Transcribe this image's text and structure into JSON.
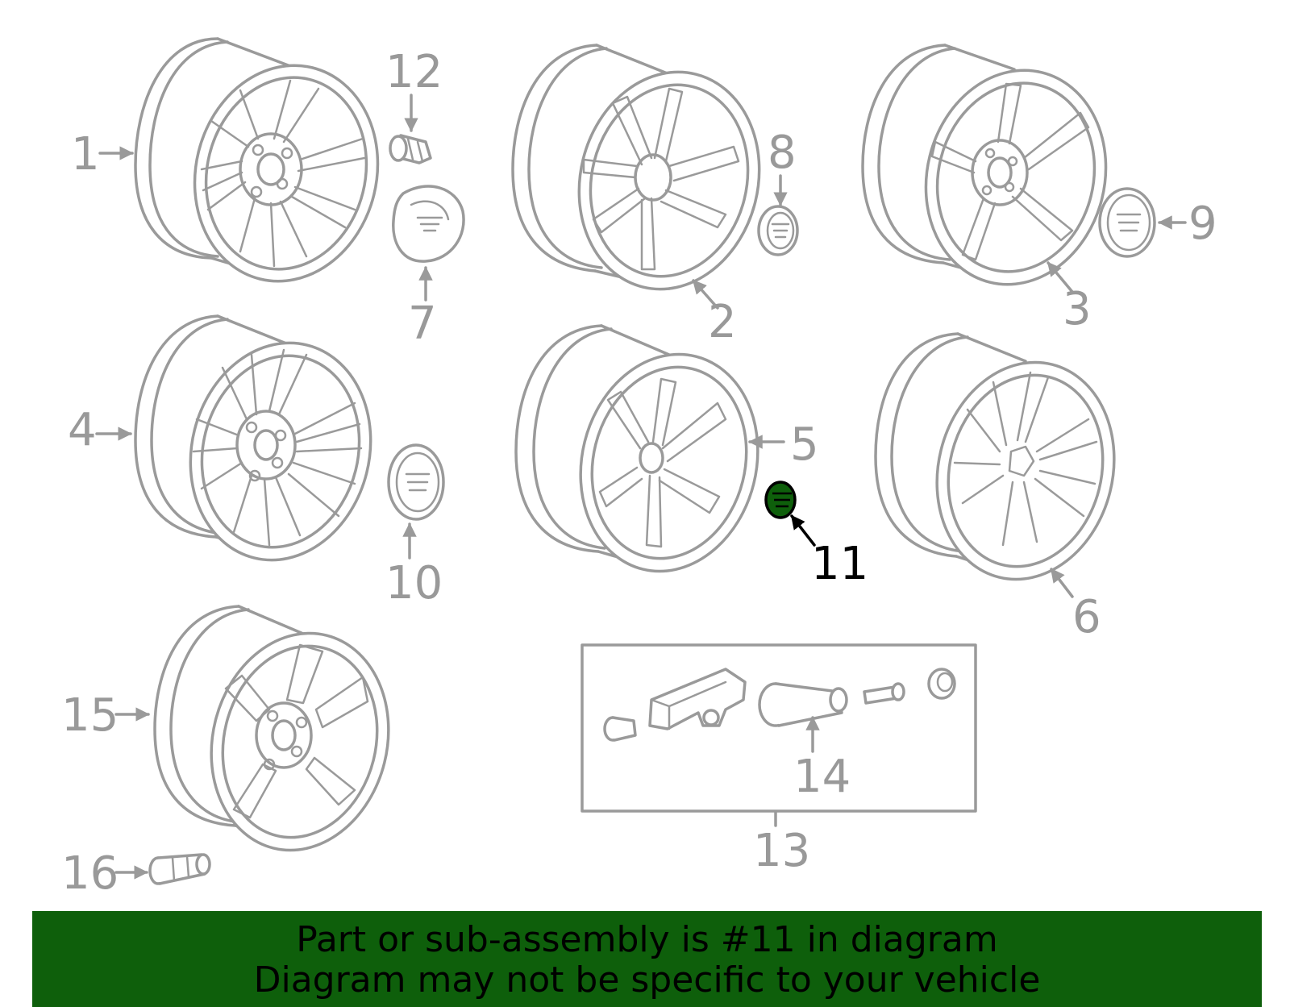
{
  "callouts": {
    "c1": "1",
    "c2": "2",
    "c3": "3",
    "c4": "4",
    "c5": "5",
    "c6": "6",
    "c7": "7",
    "c8": "8",
    "c9": "9",
    "c10": "10",
    "c11": "11",
    "c12": "12",
    "c13": "13",
    "c14": "14",
    "c15": "15",
    "c16": "16"
  },
  "highlight": {
    "part": "11",
    "color": "#0e5f0b"
  },
  "banner": {
    "line1": "Part or sub-assembly is #11 in diagram",
    "line2": "Diagram may not be specific to your vehicle"
  },
  "colors": {
    "line": "#9a9a9a",
    "active": "#000000",
    "banner_bg": "#0e5f0b"
  }
}
